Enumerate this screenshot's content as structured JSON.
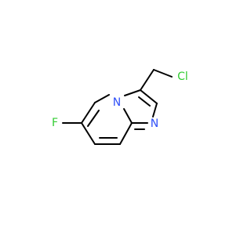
{
  "molecule": {
    "atoms": {
      "fluorine": {
        "label": "F",
        "color": "#33cc33"
      },
      "chlorine": {
        "label": "Cl",
        "color": "#33cc33"
      },
      "nitrogen_bridge": {
        "label": "N",
        "color": "#3050f8"
      },
      "nitrogen_imidazole": {
        "label": "N",
        "color": "#3050f8"
      }
    },
    "bond_color": "#000000"
  }
}
